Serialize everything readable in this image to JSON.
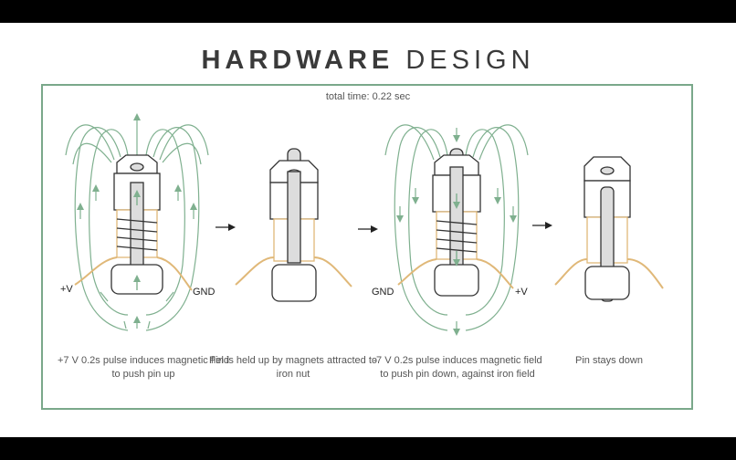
{
  "title": {
    "bold": "HARDWARE",
    "light": "DESIGN"
  },
  "total_time": "total time: 0.22 sec",
  "captions": [
    "+7 V 0.2s pulse induces magnetic field to push pin up",
    "Pin is held up by magnets attracted to iron nut",
    "-7 V 0.2s pulse induces magnetic field to push pin down, against iron field",
    "Pin stays down"
  ],
  "labels": {
    "step1_left": "+V",
    "step1_right": "GND",
    "step3_left": "GND",
    "step3_right": "+V"
  },
  "colors": {
    "field_lines": "#7fb08f",
    "wire": "#e0b878",
    "outline": "#333333",
    "frame": "#7aa88a"
  }
}
